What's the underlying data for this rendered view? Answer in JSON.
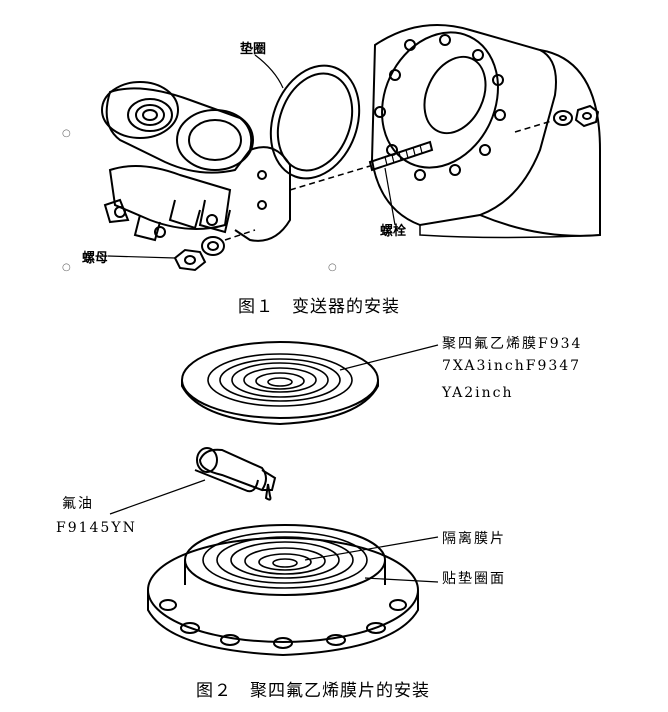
{
  "figure1": {
    "labels": {
      "gasket": "垫圈",
      "bolt": "螺栓",
      "nut": "螺母"
    },
    "caption": "图１　变送器的安装"
  },
  "figure2": {
    "labels": {
      "ptfe_line1": "聚四氟乙烯膜F934",
      "ptfe_line2": "7XA3inchF9347",
      "ptfe_line3": "YA2inch",
      "oil_line1": "氟油",
      "oil_line2": "F9145YN",
      "diaphragm": "隔离膜片",
      "gasket_face": "贴垫圈面"
    },
    "caption": "图２　聚四氟乙烯膜片的安装"
  }
}
